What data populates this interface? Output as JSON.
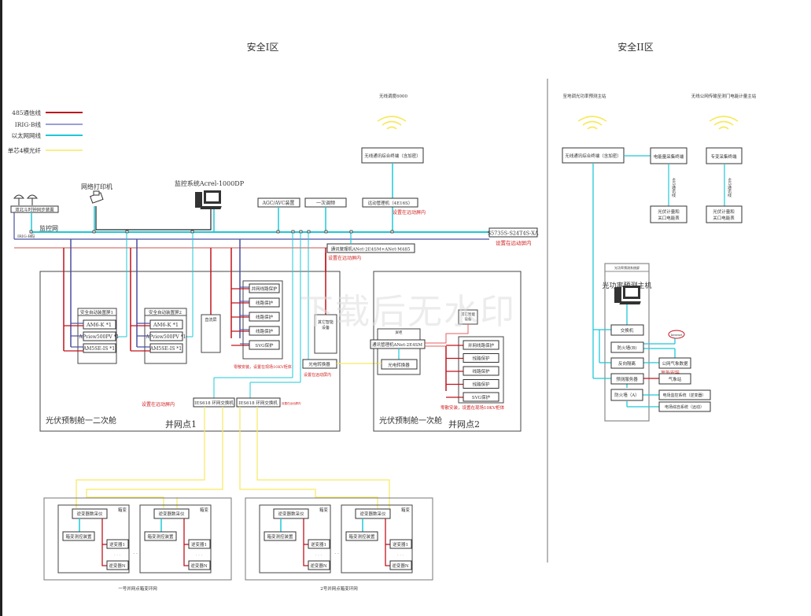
{
  "zones": {
    "zone1_title": "安全I区",
    "zone2_title": "安全II区"
  },
  "legend": [
    {
      "label": "485通信线",
      "color": "#c0141c"
    },
    {
      "label": "IRIG-B线",
      "color": "#9a9fd8"
    },
    {
      "label": "以太网网线",
      "color": "#1fc8d8"
    },
    {
      "label": "单芯4模光纤",
      "color": "#f5ea60"
    }
  ],
  "colors": {
    "rs485": "#c0141c",
    "irig": "#4a4fa0",
    "ethernet": "#1fc8d8",
    "fiber": "#f5ea60",
    "note": "#d02020",
    "box": "#333333"
  },
  "zone1": {
    "time_sync_device": "双北斗时钟同步装置",
    "printer_label": "网络打印机",
    "monitor_system_label": "监控系统Acrel-1000DP",
    "monitor_net_label": "监控网",
    "irig_label": "IRIG-B码",
    "wireless_top_label": "无线调度6000",
    "wireless_terminal": "无线通讯综合终端（含加密）",
    "agc_avc": "AGC/AVC装置",
    "primary_freq": "一次调频",
    "telecontrol": "远动管理机（4E16S）",
    "telecontrol_note": "设置在远动屏内",
    "main_switch": "S5735S-S24T4S-XA",
    "main_switch_note": "设置在远动屏内",
    "comm_manager": "通讯管理机ANet-2E4SM+ANet-M485",
    "comm_manager_note": "设置在远动屏内",
    "cabin_secondary": {
      "title": "光伏预制舱一二次舱",
      "grid_point": "并网点1",
      "screen1_title": "安全自动装置屏1",
      "screen2_title": "安全自动装置屏2",
      "screen_items": [
        "AM6-K *1",
        "APview500PV *1",
        "AM5SE-IS *1"
      ],
      "dc_screen": "直流屏",
      "protection_items": [
        "并网线路保护",
        "线路保护",
        "线路保护",
        "线路保护",
        "SVG保护"
      ],
      "protection_note": "零散安装，设置在现场10KV柜体",
      "other_smart_device": "其它智能设备",
      "optical_converter": "光电转换器",
      "optical_converter_note": "设置在远动屏内",
      "ring_switch_note_left": "设置在远动屏内",
      "ring_switch_1": "IES618 环网交换机",
      "ring_switch_2": "IES618 环网交换机",
      "ring_switch_note_right": "设置在远动屏内"
    },
    "cabin_primary": {
      "title": "光伏预制舱一次舱",
      "grid_point": "并网点2",
      "panel_title": "屏柜",
      "comm_manager": "通讯管理机ANet-2E4SM",
      "optical_converter": "光电转换器",
      "other_smart_device": "其它智能设备",
      "protection_items": [
        "并网线路保护",
        "线路保护",
        "线路保护",
        "线路保护",
        "SVG保护"
      ],
      "protection_note": "零散安装，设置在现场10KV柜体"
    },
    "ring_networks": [
      {
        "caption": "一号并网点箱变环网",
        "boxes": [
          {
            "title": "箱变",
            "collector": "逆变器数采仪",
            "monitor": "箱变测控装置",
            "inv1": "逆变器1",
            "invN": "逆变器N",
            "dots": "· · ·"
          },
          {
            "title": "箱变",
            "collector": "逆变器数采仪",
            "monitor": "箱变测控装置",
            "inv1": "逆变器1",
            "invN": "逆变器N",
            "dots": "· · ·"
          }
        ],
        "between_dots": "· · ·"
      },
      {
        "caption": "2号并网点箱变环网",
        "boxes": [
          {
            "title": "箱变",
            "collector": "逆变器数采仪",
            "monitor": "箱变测控装置",
            "inv1": "逆变器1",
            "invN": "逆变器N",
            "dots": "· · ·"
          },
          {
            "title": "箱变",
            "collector": "逆变器数采仪",
            "monitor": "箱变测控装置",
            "inv1": "逆变器1",
            "invN": "逆变器N",
            "dots": "· · ·"
          }
        ],
        "between_dots": "· · ·"
      }
    ]
  },
  "zone2": {
    "wireless_label_left": "至地调光功率预测主站",
    "wireless_label_right": "无线公网传输至测门电能计量主站",
    "wireless_terminal": "无线通讯综合终端（含加密）",
    "energy_collector": "电能量采集终端",
    "special_collector": "专变采集终端",
    "rs485_vertical_label": "485通讯线",
    "meter_left": [
      "光伏计量和",
      "关口电能表"
    ],
    "meter_right": [
      "光伏计量和",
      "关口电能表"
    ],
    "forecast_cabinet_title": "光功率预测系统屏",
    "forecast_host": "光功率预测主机",
    "switch": "交换机",
    "firewall_b": "防火墙(B)",
    "internet": "Internet",
    "reverse_isolation": "反向隔离",
    "public_weather": "公网气象数据",
    "outdoor_note": "室外安装",
    "forecast_server": "预测服务器",
    "weather_station": "气象站",
    "firewall_a": "防火墙（A）",
    "plant_monitor": "电场监控系统（逆变器）",
    "plant_auto": "电场综自系统（远动）"
  },
  "watermark": "下载后无水印"
}
